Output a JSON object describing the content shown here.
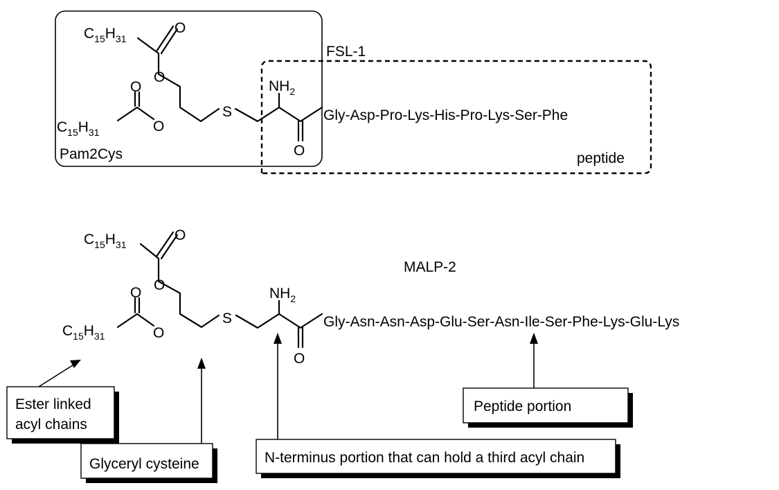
{
  "fsl1": {
    "name": "FSL-1",
    "region_lipid": "Pam2Cys",
    "region_peptide": "peptide",
    "sequence": "Gly-Asp-Pro-Lys-His-Pro-Lys-Ser-Phe"
  },
  "malp2": {
    "name": "MALP-2",
    "sequence": "Gly-Asn-Asn-Asp-Glu-Ser-Asn-Ile-Ser-Phe-Lys-Glu-Lys"
  },
  "atoms": {
    "oxygen": "O",
    "sulfur": "S",
    "amine_n": "NH",
    "amine_sub": "2",
    "chain_c": "C",
    "chain_c_sub": "15",
    "chain_h": "H",
    "chain_h_sub": "31"
  },
  "callouts": {
    "ester_line1": "Ester linked",
    "ester_line2": "acyl chains",
    "glyceryl": "Glyceryl cysteine",
    "nterm": "N-terminus portion that can hold a third acyl chain",
    "peptide": "Peptide portion"
  }
}
